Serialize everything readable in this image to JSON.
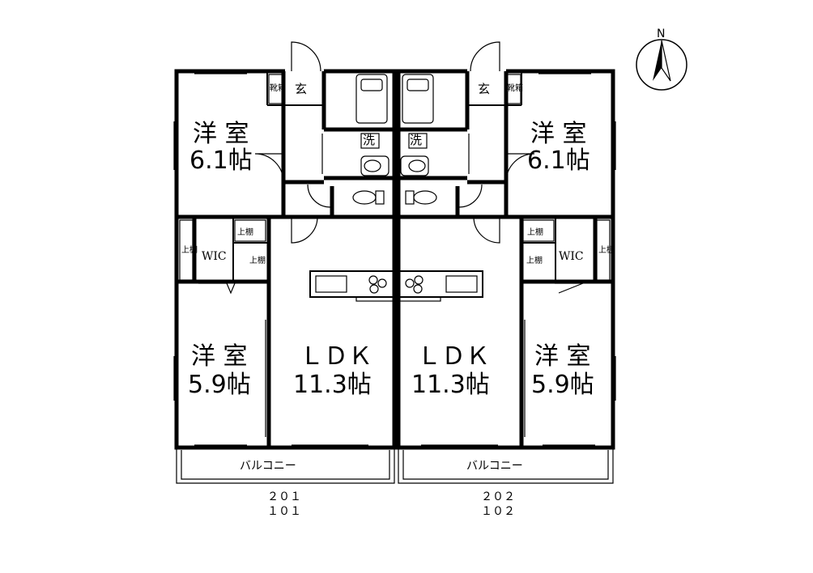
{
  "compass": {
    "label": "N"
  },
  "units": [
    {
      "western_room_top": {
        "name": "洋 室",
        "size": "6.1帖"
      },
      "western_room_bottom": {
        "name": "洋 室",
        "size": "5.9帖"
      },
      "ldk": {
        "name": "ＬＤＫ",
        "size": "11.3帖"
      },
      "wic": "WIC",
      "upper_shelf": "上棚",
      "entrance": "玄",
      "shoe_box": "靴箱",
      "washroom": "洗",
      "balcony": "バルコニー",
      "unit_numbers": [
        "２０１",
        "１０１"
      ]
    },
    {
      "western_room_top": {
        "name": "洋 室",
        "size": "6.1帖"
      },
      "western_room_bottom": {
        "name": "洋 室",
        "size": "5.9帖"
      },
      "ldk": {
        "name": "ＬＤＫ",
        "size": "11.3帖"
      },
      "wic": "WIC",
      "upper_shelf": "上棚",
      "entrance": "玄",
      "shoe_box": "靴箱",
      "washroom": "洗",
      "balcony": "バルコニー",
      "unit_numbers": [
        "２０２",
        "１０２"
      ]
    }
  ]
}
